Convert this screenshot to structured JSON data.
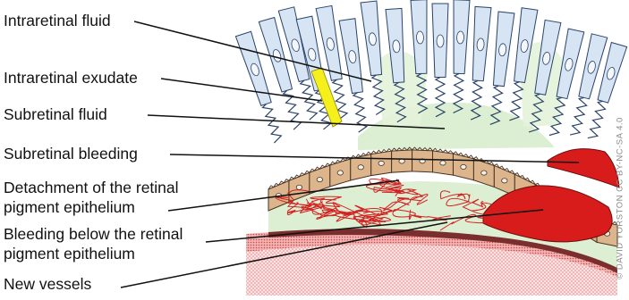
{
  "labels": {
    "intraretinal_fluid": "Intraretinal fluid",
    "intraretinal_exudate": "Intraretinal exudate",
    "subretinal_fluid": "Subretinal fluid",
    "subretinal_bleeding": "Subretinal bleeding",
    "rpe_detachment_line1": "Detachment of the retinal",
    "rpe_detachment_line2": "pigment epithelium",
    "bleeding_below_rpe_line1": "Bleeding below the retinal",
    "bleeding_below_rpe_line2": "pigment epithelium",
    "new_vessels": "New vessels"
  },
  "credit": "© DAVID YORSTON CC BY-NC-SA 4.0",
  "colors": {
    "fluid": "#dcefd2",
    "exudate": "#f5ef1c",
    "blood": "#d81c1c",
    "rpe": "#dcb58d",
    "receptor_fill": "#d6e4f4",
    "receptor_stroke": "#2b4468",
    "membrane": "#7a2e2e",
    "choroid": "#f5c9c9",
    "vessels": "#d42020",
    "leader": "#111111"
  }
}
